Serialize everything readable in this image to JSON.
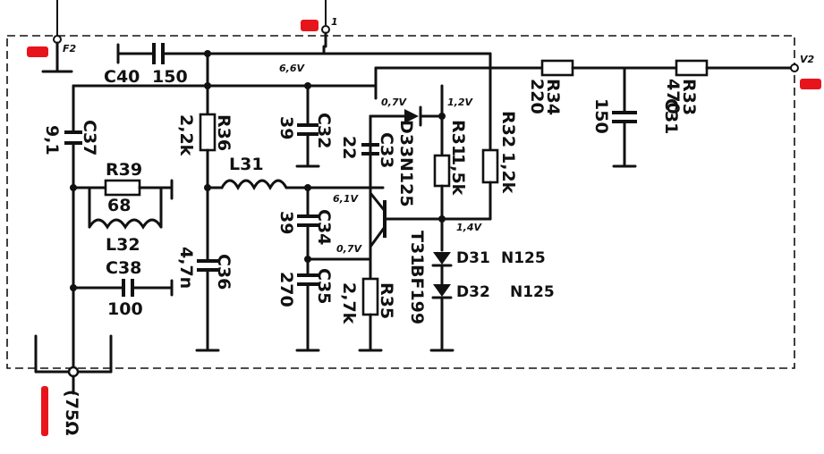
{
  "terminals": {
    "f2": "F2",
    "v2": "V2",
    "top": "1",
    "bottom": "(75Ω"
  },
  "components": {
    "c40": {
      "ref": "C40",
      "value": "150"
    },
    "c37": {
      "ref": "C37",
      "value": "9,1"
    },
    "r39": {
      "ref": "R39",
      "value": "68"
    },
    "l32": {
      "ref": "L32"
    },
    "c38": {
      "ref": "C38",
      "value": "100"
    },
    "r36": {
      "ref": "R36",
      "value": "2,2k"
    },
    "c36": {
      "ref": "C36",
      "value": "4,7n"
    },
    "l31": {
      "ref": "L31"
    },
    "c32": {
      "ref": "C32",
      "value": "39"
    },
    "c34": {
      "ref": "C34",
      "value": "39"
    },
    "c35": {
      "ref": "C35",
      "value": "270"
    },
    "c33": {
      "ref": "C33",
      "value": "22"
    },
    "d33": {
      "ref": "D33",
      "value": "N125"
    },
    "r31": {
      "ref": "R31",
      "value": "1,5k"
    },
    "r32": {
      "ref": "R32",
      "value": "1,2k"
    },
    "r35": {
      "ref": "R35",
      "value": "2,7k"
    },
    "t31": {
      "ref": "T31",
      "value": "BF199"
    },
    "d31": {
      "ref": "D31",
      "value": "N125"
    },
    "d32": {
      "ref": "D32",
      "value": "N125"
    },
    "r34": {
      "ref": "R34",
      "value": "220"
    },
    "c31": {
      "ref": "C31",
      "value": "150"
    },
    "r33": {
      "ref": "R33",
      "value": "470"
    }
  },
  "voltages": {
    "supply": "6,6V",
    "anode": "0,7V",
    "cathode": "1,2V",
    "collector": "6,1V",
    "emitter": "0,7V",
    "base": "1,4V"
  },
  "colors": {
    "ink": "#111111",
    "marker": "#e8141c",
    "paper": "#ffffff"
  }
}
